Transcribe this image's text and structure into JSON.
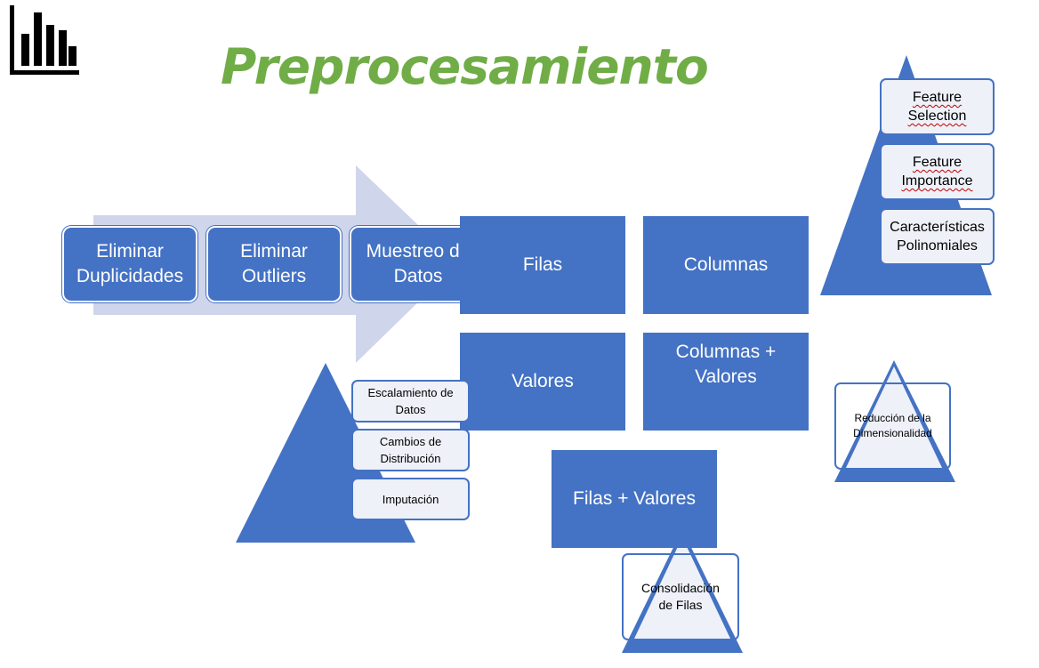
{
  "title": "Preprocesamiento",
  "logo_icon": "bar-chart-icon",
  "colors": {
    "primary": "#4472c4",
    "arrow": "#cfd5ea",
    "title": "#70ad47",
    "card_bg": "#eef1f8"
  },
  "process_steps": [
    {
      "label": "Eliminar\nDuplicidades"
    },
    {
      "label": "Eliminar\nOutliers"
    },
    {
      "label": "Muestreo de\nDatos"
    }
  ],
  "matrix": {
    "filas": "Filas",
    "columnas": "Columnas",
    "valores": "Valores",
    "columnas_valores": "Columnas +\nValores",
    "filas_valores": "Filas + Valores"
  },
  "column_pyramid": {
    "items": [
      {
        "label": "Feature\nSelection"
      },
      {
        "label": "Feature\nImportance"
      },
      {
        "label": "Características\nPolinomiales"
      }
    ]
  },
  "value_pyramid": {
    "items": [
      {
        "label": "Escalamiento de\nDatos"
      },
      {
        "label": "Cambios de\nDistribución"
      },
      {
        "label": "Imputación"
      }
    ]
  },
  "dimension_reduction": {
    "label": "Reducción de la\nDimensionalidad"
  },
  "row_consolidation": {
    "label": "Consolidación\nde Filas"
  }
}
